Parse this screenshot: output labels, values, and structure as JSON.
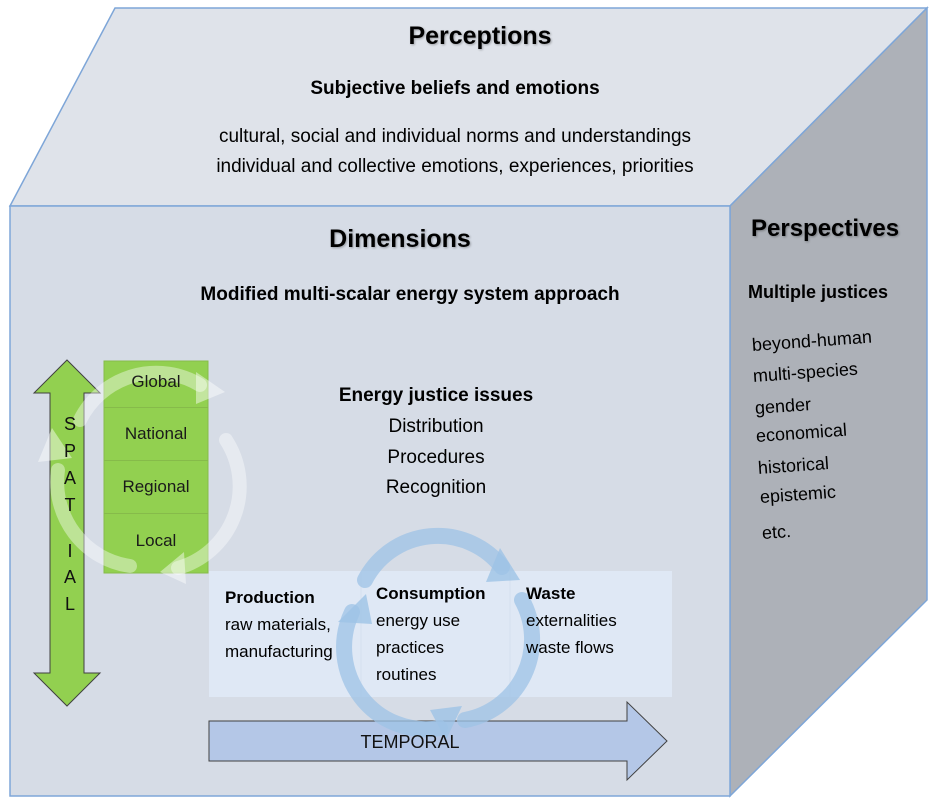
{
  "colors": {
    "top_face": "#dfe3ea",
    "front_face": "#d6dce6",
    "side_face": "#adb1b8",
    "edge": "#7ea6d8",
    "spatial_arrow": "#92d050",
    "scale_box": "#92d050",
    "temporal_arrow": "#b4c7e7",
    "lifecycle_panel": "#dfe8f5",
    "cycle_arrow": "#9dc3e6"
  },
  "perceptions": {
    "title": "Perceptions",
    "subtitle": "Subjective beliefs and emotions",
    "lines": [
      "cultural, social and individual norms and understandings",
      "individual and collective emotions, experiences, priorities"
    ]
  },
  "dimensions": {
    "title": "Dimensions",
    "subtitle": "Modified multi-scalar energy system approach",
    "spatial": {
      "label_letters": [
        "S",
        "P",
        "A",
        "T",
        "I",
        "A",
        "L"
      ],
      "scales": [
        "Global",
        "National",
        "Regional",
        "Local"
      ]
    },
    "energy_justice": {
      "heading": "Energy justice issues",
      "items": [
        "Distribution",
        "Procedures",
        "Recognition"
      ]
    },
    "lifecycle": [
      {
        "heading": "Production",
        "lines": [
          "raw materials,",
          "manufacturing"
        ]
      },
      {
        "heading": "Consumption",
        "lines": [
          "energy use",
          "practices",
          "routines"
        ]
      },
      {
        "heading": "Waste",
        "lines": [
          "externalities",
          "waste flows"
        ]
      }
    ],
    "temporal_label": "TEMPORAL"
  },
  "perspectives": {
    "title": "Perspectives",
    "subtitle": "Multiple justices",
    "items": [
      "beyond-human",
      "multi-species",
      "gender",
      "economical",
      "historical",
      "epistemic",
      "etc."
    ]
  }
}
